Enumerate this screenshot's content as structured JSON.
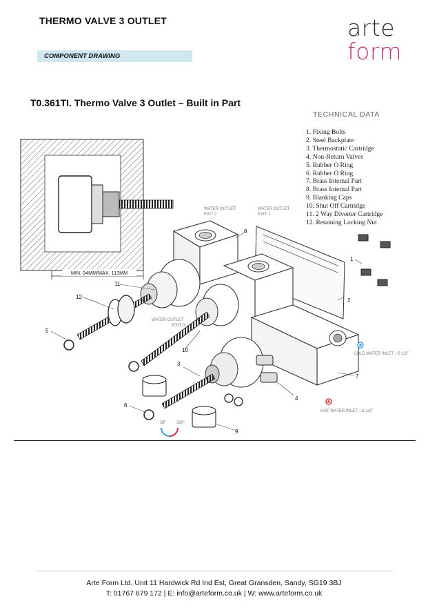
{
  "header": {
    "title": "THERMO VALVE 3 OUTLET",
    "logo_line1": "arte",
    "logo_line2": "form",
    "banner": "COMPONENT DRAWING"
  },
  "drawing": {
    "heading": "T0.361TI. Thermo Valve 3 Outlet – Built in Part",
    "technical_heading": "TECHNICAL DATA",
    "parts": [
      "1.  Fixing Bolts",
      "2.  Steel Backplate",
      "3.  Thermostatic Cartridge",
      "4.  Non-Return Valves",
      "5.  Rubber O Ring",
      "6.  Rubber O Ring",
      "7.  Brass Internal Part",
      "8.  Brass Internal Part",
      "9.  Blanking Caps",
      "10. Shut Off Cartridge",
      "11. 2 Way Diverter Cartridge",
      "12. Retaining Locking Nut"
    ],
    "labels": {
      "wall_depth": "MIN. 94MM/MAX. 113MM",
      "exit2_line1": "WATER OUTLET",
      "exit2_line2": "EXIT 2",
      "exit1_line1": "WATER OUTLET",
      "exit1_line2": "EXIT 1",
      "exit3_line1": "WATER OUTLET",
      "exit3_line2": "EXIT 3",
      "cold_inlet": "COLD WATER INLET - G 1/2\"",
      "hot_inlet": "HOT WATER INLET - G 1/2\"",
      "temp_min": "OP",
      "temp_max": "330°"
    },
    "callouts": [
      "1",
      "2",
      "3",
      "4",
      "5",
      "6",
      "7",
      "8",
      "9",
      "10",
      "11",
      "12"
    ],
    "colors": {
      "cold": "#3aa0d8",
      "hot": "#e0303a",
      "brand": "#b8327d"
    }
  },
  "footer": {
    "line1": "Arte Form Ltd, Unit 11 Hardwick Rd Ind Est, Great Gransden, Sandy, SG19 3BJ",
    "line2": "T: 01767 679 172 | E: info@arteform.co.uk | W: www.arteform.co.uk"
  }
}
